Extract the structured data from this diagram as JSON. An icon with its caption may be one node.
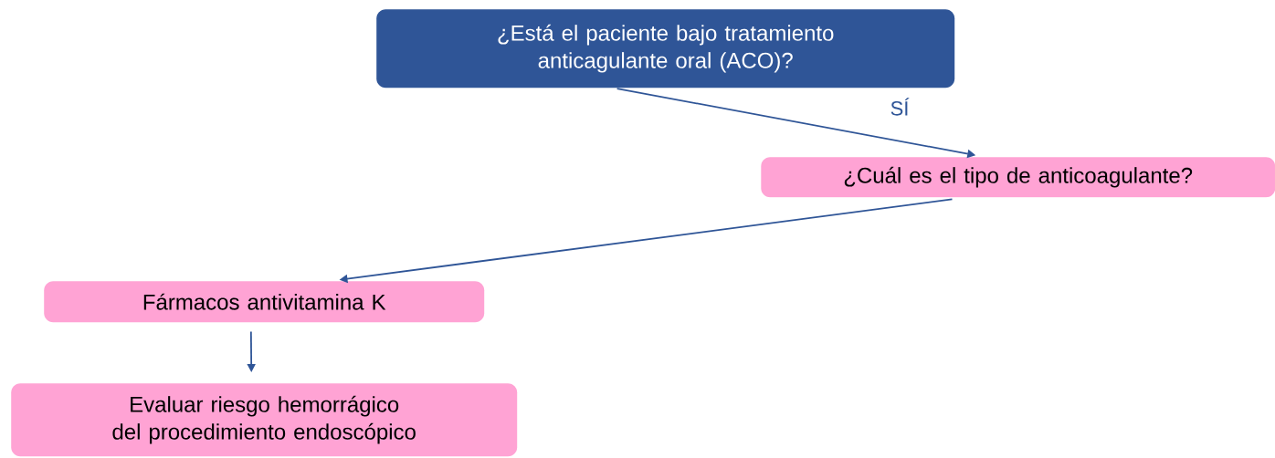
{
  "diagram": {
    "nodes": [
      {
        "text": [
          "¿Está el paciente bajo tratamiento anticagulante oral (ACO)?"
        ]
      },
      {
        "text": [
          "¿Cuál es el tipo de anticoagulante?"
        ]
      },
      {
        "text": [
          "Fármacos antivitamina K"
        ]
      },
      {
        "text": [
          "Evaluar riesgo hemorrágico del procedimiento endoscópico"
        ]
      }
    ],
    "edges": [
      {
        "from": 0,
        "to": 1,
        "arrow": "to",
        "label": "SÍ"
      },
      {
        "from": 1,
        "to": 2,
        "arrow": "to"
      },
      {
        "from": 2,
        "to": 3,
        "arrow": "to"
      }
    ]
  }
}
